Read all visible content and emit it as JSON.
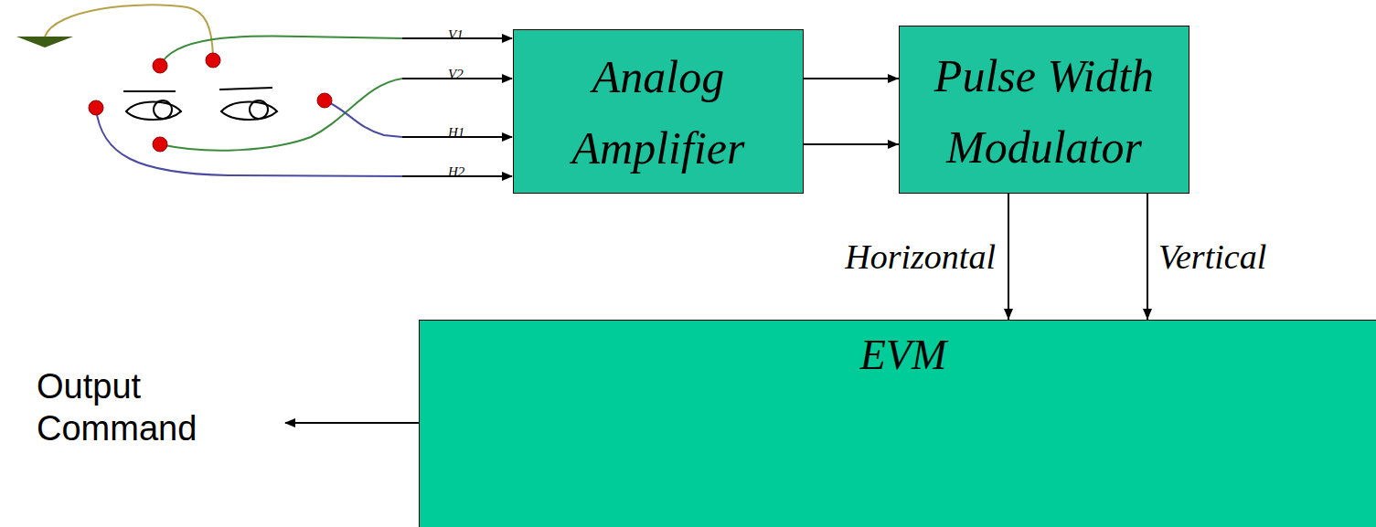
{
  "diagram": {
    "nodes": [
      {
        "text": [
          "Analog Amplifier"
        ]
      },
      {
        "text": [
          "Pulse Width Modulator"
        ]
      },
      {
        "text": [
          "EVM"
        ]
      }
    ],
    "edges": [
      {
        "from": 0,
        "to": 1,
        "arrow": "to"
      },
      {
        "from": 0,
        "to": 1,
        "arrow": "to"
      },
      {
        "from": 1,
        "to": 2,
        "arrow": "to",
        "label": "Horizontal"
      },
      {
        "from": 1,
        "to": 2,
        "arrow": "to",
        "label": "Vertical"
      }
    ],
    "labels": [
      "V1",
      "V2",
      "H1",
      "H2",
      "Output Command"
    ]
  }
}
